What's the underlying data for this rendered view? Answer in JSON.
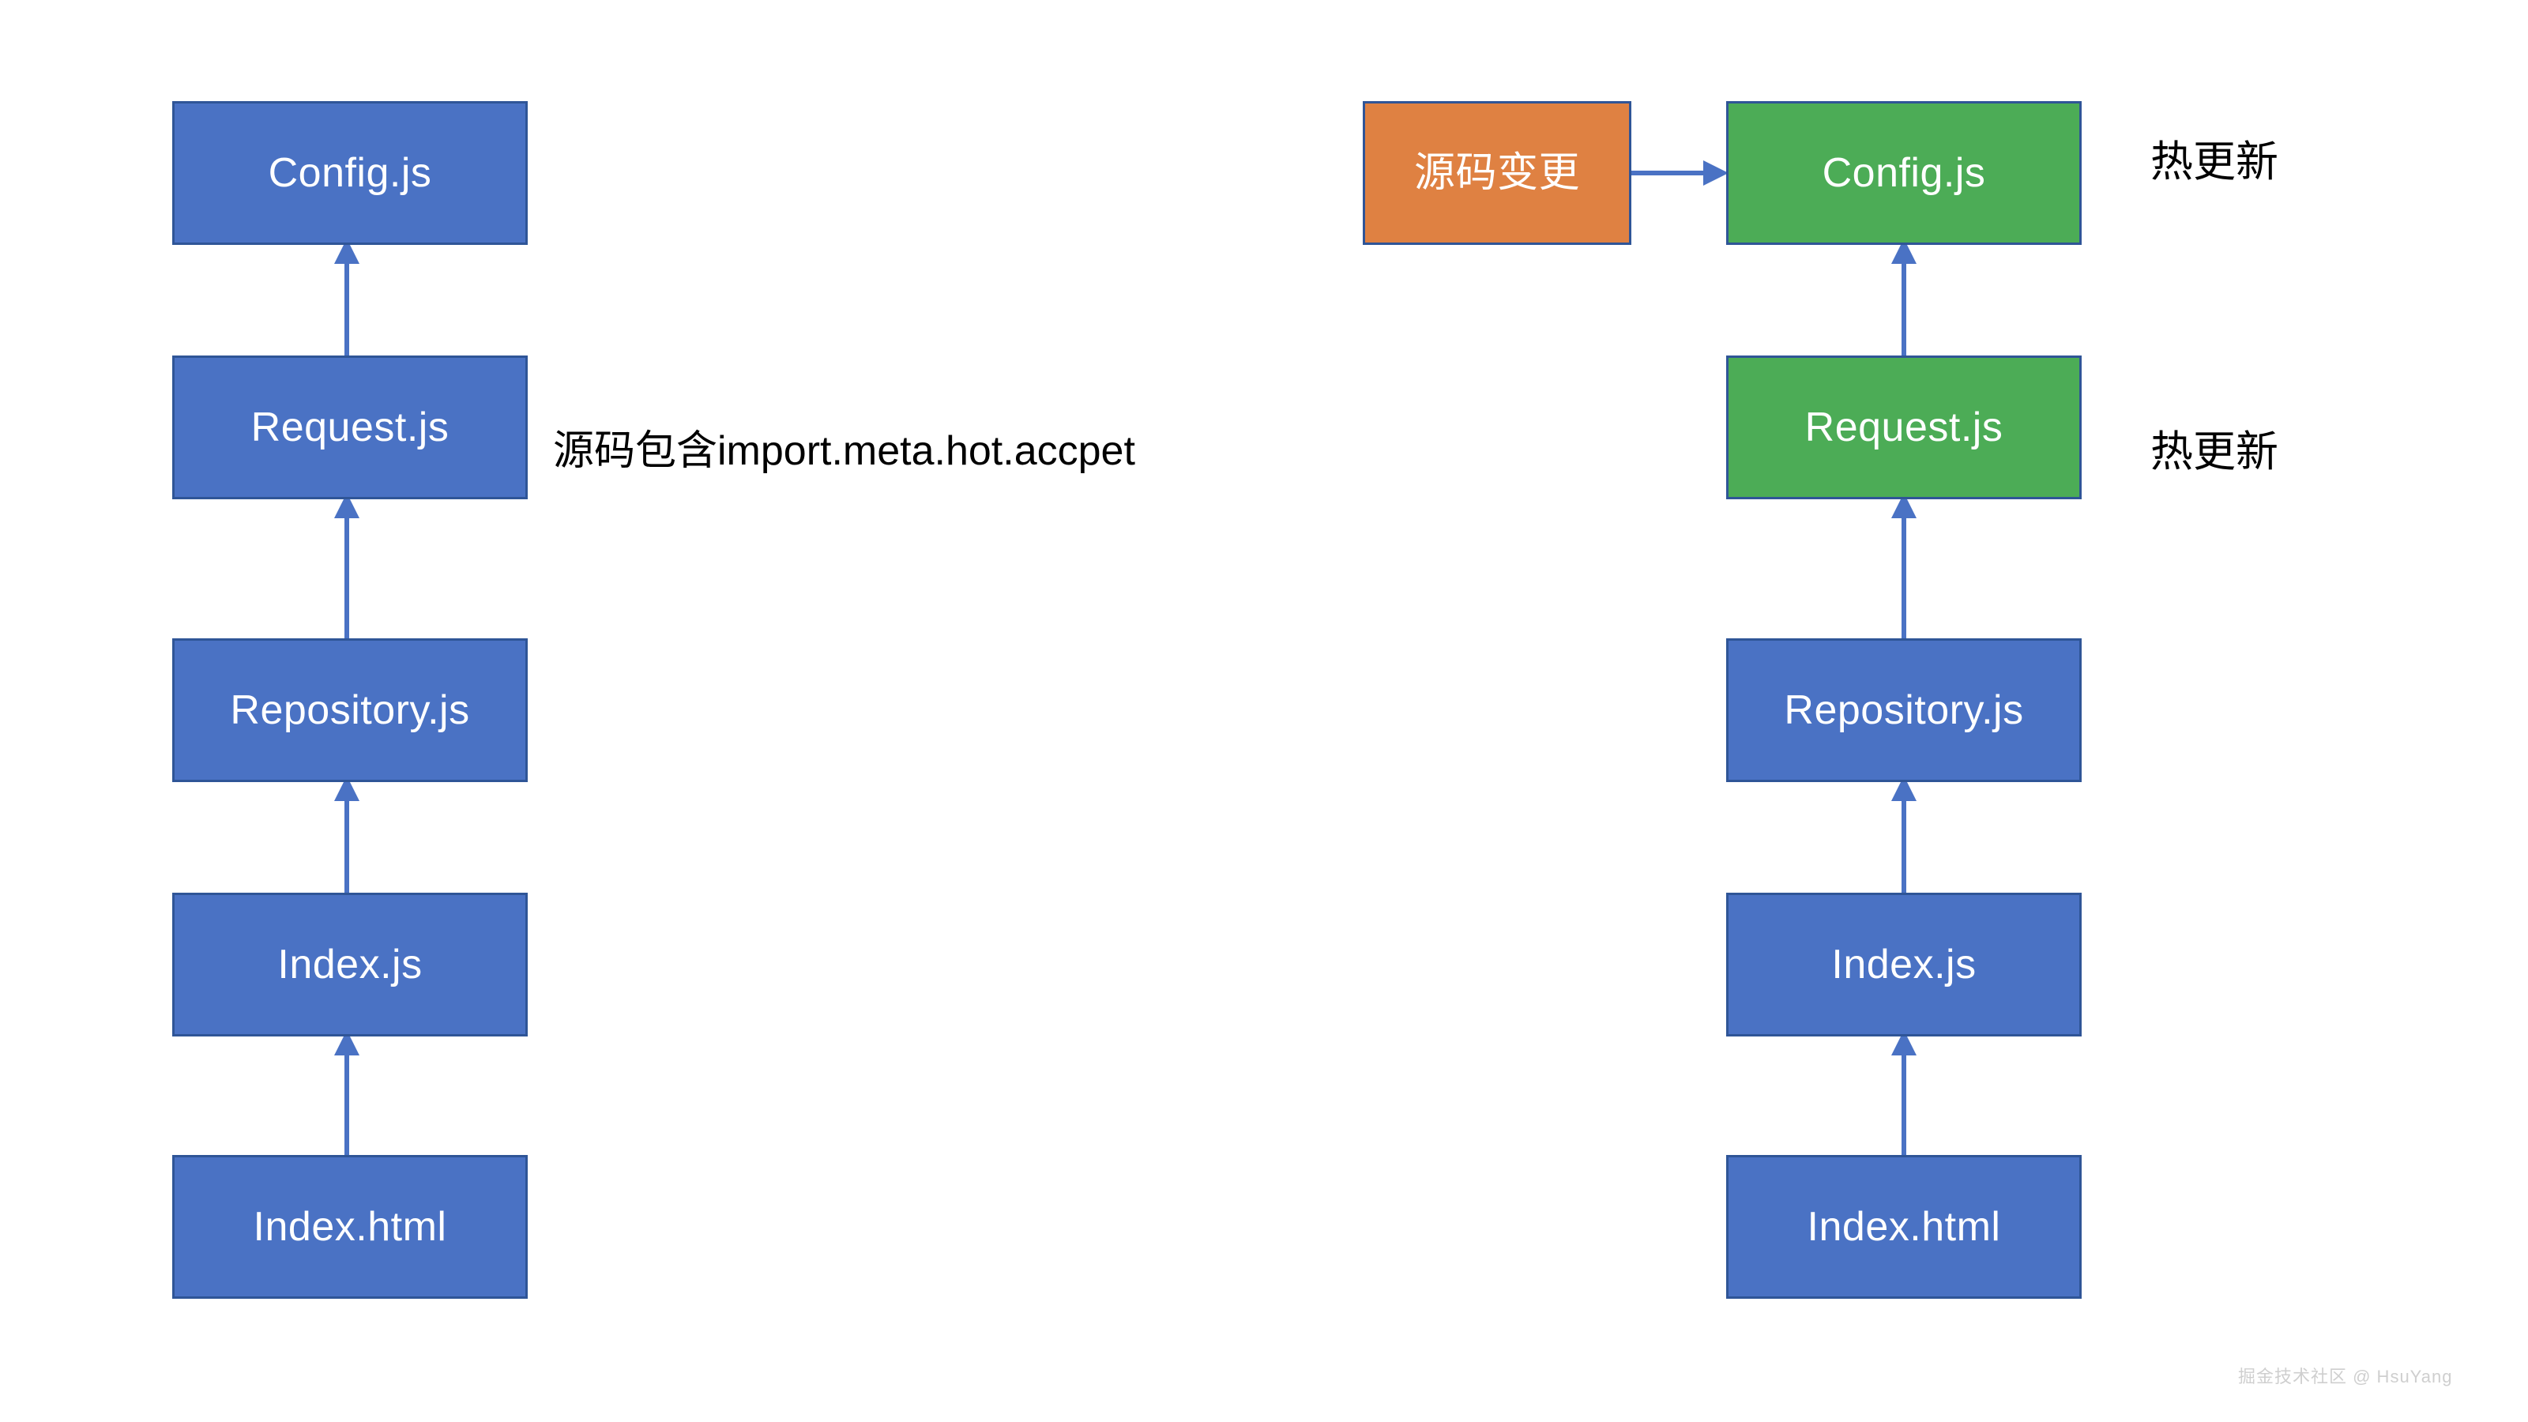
{
  "diagram": {
    "background_color": "#ffffff",
    "colors": {
      "blue_fill": "#4a72c4",
      "green_fill": "#4cac56",
      "orange_fill": "#df8142",
      "node_border": "#2f5597",
      "arrow": "#4a72c4",
      "text_on_node": "#ffffff",
      "text_plain": "#000000",
      "watermark": "#cfcfcf"
    },
    "left_column": {
      "title": "",
      "nodes": [
        {
          "id": "left-config",
          "label": "Config.js",
          "state": "normal"
        },
        {
          "id": "left-request",
          "label": "Request.js",
          "state": "normal"
        },
        {
          "id": "left-repository",
          "label": "Repository.js",
          "state": "normal"
        },
        {
          "id": "left-index-js",
          "label": "Index.js",
          "state": "normal"
        },
        {
          "id": "left-index-html",
          "label": "Index.html",
          "state": "normal"
        }
      ],
      "annotation": "源码包含import.meta.hot.accpet"
    },
    "right_column": {
      "trigger": {
        "id": "source-change",
        "label": "源码变更"
      },
      "nodes": [
        {
          "id": "right-config",
          "label": "Config.js",
          "state": "hot-updated"
        },
        {
          "id": "right-request",
          "label": "Request.js",
          "state": "hot-updated"
        },
        {
          "id": "right-repository",
          "label": "Repository.js",
          "state": "normal"
        },
        {
          "id": "right-index-js",
          "label": "Index.js",
          "state": "normal"
        },
        {
          "id": "right-index-html",
          "label": "Index.html",
          "state": "normal"
        }
      ],
      "side_labels": [
        {
          "id": "hot-update-config",
          "label": "热更新"
        },
        {
          "id": "hot-update-request",
          "label": "热更新"
        }
      ]
    },
    "watermark": "掘金技术社区 @ HsuYang"
  }
}
